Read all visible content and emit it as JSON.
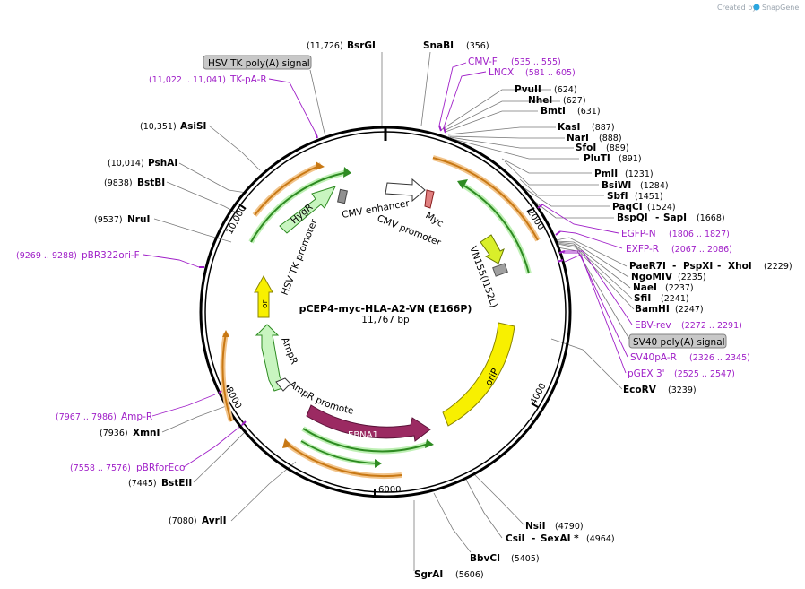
{
  "credit": {
    "prefix": "Created by",
    "brand": "SnapGene"
  },
  "plasmid": {
    "name": "pCEP4-myc-HLA-A2-VN (E166P)",
    "size": "11,767 bp"
  },
  "ticks": [
    "2000",
    "4000",
    "6000",
    "8000",
    "10,000"
  ],
  "sites": {
    "bsrgi": {
      "name": "BsrGI",
      "pos": "(11,726)"
    },
    "snabi": {
      "name": "SnaBI",
      "pos": "(356)"
    },
    "pvuii": {
      "name": "PvuII",
      "pos": "(624)"
    },
    "nhei": {
      "name": "NheI",
      "pos": "(627)"
    },
    "bmti": {
      "name": "BmtI",
      "pos": "(631)"
    },
    "kasi": {
      "name": "KasI",
      "pos": "(887)"
    },
    "nari": {
      "name": "NarI",
      "pos": "(888)"
    },
    "sfoi": {
      "name": "SfoI",
      "pos": "(889)"
    },
    "pluti": {
      "name": "PluTI",
      "pos": "(891)"
    },
    "pmli": {
      "name": "PmlI",
      "pos": "(1231)"
    },
    "bsiwi": {
      "name": "BsiWI",
      "pos": "(1284)"
    },
    "sbfi": {
      "name": "SbfI",
      "pos": "(1451)"
    },
    "paqci": {
      "name": "PaqCI",
      "pos": "(1524)"
    },
    "bspqi": {
      "name": "BspQI",
      "name2": "SapI",
      "pos": "(1668)"
    },
    "paer7i": {
      "name": "PaeR7I",
      "name2": "PspXI",
      "name3": "XhoI",
      "pos": "(2229)"
    },
    "ngomiv": {
      "name": "NgoMIV",
      "pos": "(2235)"
    },
    "naei": {
      "name": "NaeI",
      "pos": "(2237)"
    },
    "sfii": {
      "name": "SfiI",
      "pos": "(2241)"
    },
    "bamhi": {
      "name": "BamHI",
      "pos": "(2247)"
    },
    "ecorv": {
      "name": "EcoRV",
      "pos": "(3239)"
    },
    "nsii": {
      "name": "NsiI",
      "pos": "(4790)"
    },
    "csii": {
      "name": "CsiI",
      "name2": "SexAI *",
      "pos": "(4964)"
    },
    "bbvci": {
      "name": "BbvCI",
      "pos": "(5405)"
    },
    "sgrai": {
      "name": "SgrAI",
      "pos": "(5606)"
    },
    "avrii": {
      "name": "AvrII",
      "pos": "(7080)"
    },
    "bsteii": {
      "name": "BstEII",
      "pos": "(7445)"
    },
    "xmni": {
      "name": "XmnI",
      "pos": "(7936)"
    },
    "nrui": {
      "name": "NruI",
      "pos": "(9537)"
    },
    "bstbi": {
      "name": "BstBI",
      "pos": "(9838)"
    },
    "pshai": {
      "name": "PshAI",
      "pos": "(10,014)"
    },
    "asisi": {
      "name": "AsiSI",
      "pos": "(10,351)"
    }
  },
  "primers": {
    "cmvf": {
      "name": "CMV-F",
      "pos": "(535 .. 555)"
    },
    "lncx": {
      "name": "LNCX",
      "pos": "(581 .. 605)"
    },
    "egfpn": {
      "name": "EGFP-N",
      "pos": "(1806 .. 1827)"
    },
    "exfpr": {
      "name": "EXFP-R",
      "pos": "(2067 .. 2086)"
    },
    "ebvrev": {
      "name": "EBV-rev",
      "pos": "(2272 .. 2291)"
    },
    "sv40par": {
      "name": "SV40pA-R",
      "pos": "(2326 .. 2345)"
    },
    "pgex3": {
      "name": "pGEX 3'",
      "pos": "(2525 .. 2547)"
    },
    "tkpar": {
      "name": "TK-pA-R",
      "pos": "(11,022 .. 11,041)"
    },
    "pbr322": {
      "name": "pBR322ori-F",
      "pos": "(9269 .. 9288)"
    },
    "ampr": {
      "name": "Amp-R",
      "pos": "(7967 .. 7986)"
    },
    "pbrfor": {
      "name": "pBRforEco",
      "pos": "(7558 .. 7576)"
    }
  },
  "boxes": {
    "hsvtk": "HSV TK poly(A) signal",
    "sv40": "SV40 poly(A) signal"
  },
  "features": {
    "cmv_enhancer": "CMV enhancer",
    "cmv_promoter": "CMV promoter",
    "myc": "Myc",
    "vn": "VN155(I152L)",
    "orip": "oriP",
    "ebna1": "EBNA1",
    "ampr_promoter": "AmpR promoter",
    "ampr": "AmpR",
    "ori": "ori",
    "hsvtk_promoter": "HSV TK promoter",
    "hygr": "HygR"
  }
}
